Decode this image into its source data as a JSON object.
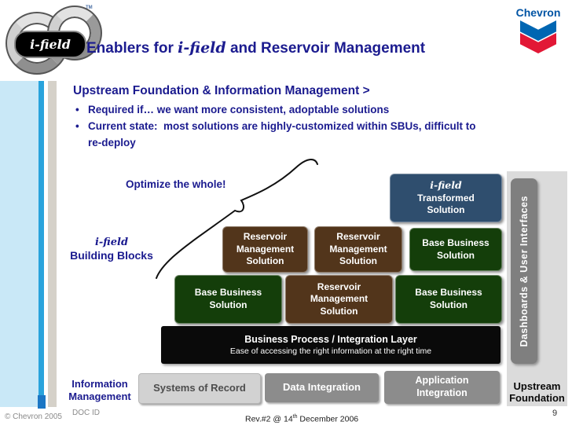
{
  "header": {
    "logo": {
      "text": "i-field",
      "tm": "TM"
    },
    "title": {
      "pre": "Enablers for ",
      "ifield": "i-field",
      "post": " and Reservoir Management"
    },
    "chevron": {
      "name": "Chevron"
    }
  },
  "intro": {
    "heading": "Upstream Foundation & Information Management >",
    "bullet_char": "•",
    "bullets": [
      "Required if… we want more consistent, adoptable solutions",
      "Current state:  most solutions are highly-customized within SBUs, difficult to re-deploy"
    ]
  },
  "diagram": {
    "optimize_label": "Optimize the whole!",
    "building_blocks": {
      "ifield": "i-field",
      "label": "Building Blocks"
    },
    "transformed": {
      "ifield": "i-field",
      "label": "Transformed\nSolution"
    },
    "row1": [
      {
        "label": "Reservoir\nManagement\nSolution"
      },
      {
        "label": "Reservoir\nManagement\nSolution"
      },
      {
        "label": "Base Business\nSolution"
      }
    ],
    "row2": [
      {
        "label": "Base Business\nSolution"
      },
      {
        "label": "Reservoir\nManagement\nSolution"
      },
      {
        "label": "Base Business\nSolution"
      }
    ],
    "integration_layer": {
      "title": "Business Process / Integration Layer",
      "subtitle": "Ease of accessing the right information at the right time"
    },
    "sidebar_label": "Dashboards & User Interfaces",
    "upstream_foundation": "Upstream\nFoundation",
    "information_management": "Information\nManagement",
    "foundation_row": {
      "systems_of_record": "Systems of Record",
      "data_integration": "Data Integration",
      "application_integration": "Application\nIntegration"
    }
  },
  "footer": {
    "copyright": "© Chevron 2005",
    "doc_id": "DOC ID",
    "rev": {
      "pre": "Rev.#2 @ 14",
      "sup": "th",
      "post": " December 2006"
    },
    "page": "9"
  },
  "colors": {
    "navy_text": "#1b1b8f",
    "reservoir_brown": "#52351b",
    "base_green": "#143e0a",
    "transformed_slate": "#2f4e6e",
    "integration_black": "#0a0a0a",
    "sidebar_dark_gray": "#7f7f7f",
    "sidebar_light_gray": "#dbdbdb",
    "foundation_gray": "#8c8c8c",
    "systems_gray": "#d2d2d2",
    "band_light_blue": "#c9e8f7",
    "band_cyan": "#29a3dc",
    "band_tan": "#d5d1c9",
    "chevron_blue": "#0066b2",
    "chevron_red": "#e21836",
    "chevron_wordmark_blue": "#0054a4"
  }
}
